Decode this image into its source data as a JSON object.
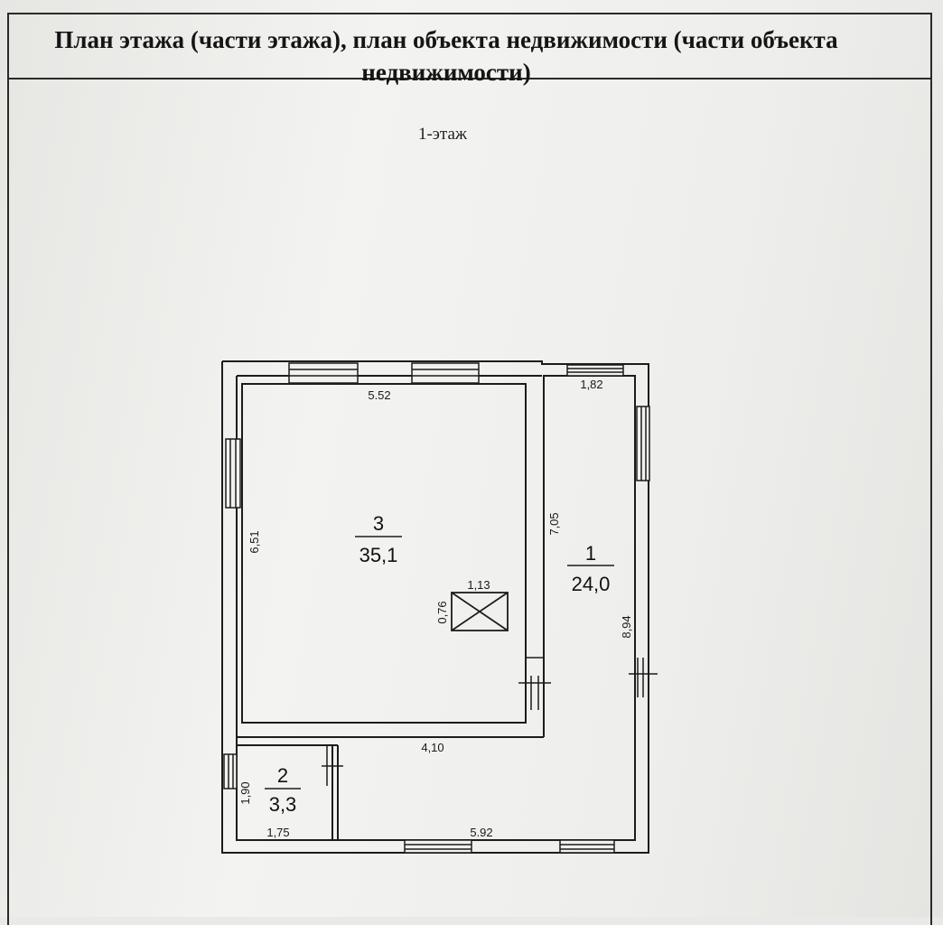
{
  "header": {
    "line1": "План этажа (части этажа), план объекта недвижимости (части объекта",
    "line2": "недвижимости)"
  },
  "floor_label": "1-этаж",
  "rooms": [
    {
      "number": "3",
      "area": "35,1"
    },
    {
      "number": "1",
      "area": "24,0"
    },
    {
      "number": "2",
      "area": "3,3"
    }
  ],
  "dimensions": {
    "room3_width": "5.52",
    "room3_height": "6,51",
    "room1_top": "1,82",
    "room1_inner": "7,05",
    "room1_height": "8,94",
    "lower_inner": "4,10",
    "bottom_width": "5.92",
    "room2_width": "1,75",
    "room2_height": "1,90",
    "shaft_width": "1,13",
    "shaft_height": "0,76"
  }
}
